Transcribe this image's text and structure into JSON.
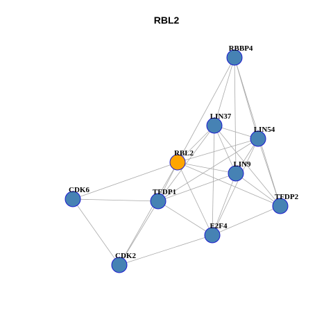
{
  "title": "RBL2",
  "colors": {
    "background": "#ffffff",
    "edge": "#a8a8a8",
    "node_fill": "#4682b4",
    "node_stroke": "#1a1acd",
    "focus_fill": "#ffa500",
    "label": "#000000"
  },
  "focus_node": "RBL2",
  "nodes": [
    {
      "id": "RBBP4",
      "label": "RBBP4"
    },
    {
      "id": "LIN37",
      "label": "LIN37"
    },
    {
      "id": "LIN54",
      "label": "LIN54"
    },
    {
      "id": "RBL2",
      "label": "RBL2"
    },
    {
      "id": "LIN9",
      "label": "LIN9"
    },
    {
      "id": "CDK6",
      "label": "CDK6"
    },
    {
      "id": "TFDP1",
      "label": "TFDP1"
    },
    {
      "id": "TFDP2",
      "label": "TFDP2"
    },
    {
      "id": "E2F4",
      "label": "E2F4"
    },
    {
      "id": "CDK2",
      "label": "CDK2"
    }
  ],
  "edges": [
    [
      "RBBP4",
      "LIN37"
    ],
    [
      "RBBP4",
      "LIN54"
    ],
    [
      "RBBP4",
      "LIN9"
    ],
    [
      "RBBP4",
      "RBL2"
    ],
    [
      "RBBP4",
      "TFDP2"
    ],
    [
      "LIN37",
      "LIN54"
    ],
    [
      "LIN37",
      "LIN9"
    ],
    [
      "LIN37",
      "RBL2"
    ],
    [
      "LIN37",
      "TFDP1"
    ],
    [
      "LIN37",
      "E2F4"
    ],
    [
      "LIN37",
      "TFDP2"
    ],
    [
      "LIN54",
      "LIN9"
    ],
    [
      "LIN54",
      "RBL2"
    ],
    [
      "LIN54",
      "TFDP1"
    ],
    [
      "LIN54",
      "E2F4"
    ],
    [
      "LIN54",
      "TFDP2"
    ],
    [
      "RBL2",
      "LIN9"
    ],
    [
      "RBL2",
      "CDK6"
    ],
    [
      "RBL2",
      "TFDP1"
    ],
    [
      "RBL2",
      "E2F4"
    ],
    [
      "RBL2",
      "CDK2"
    ],
    [
      "RBL2",
      "TFDP2"
    ],
    [
      "LIN9",
      "TFDP1"
    ],
    [
      "LIN9",
      "E2F4"
    ],
    [
      "LIN9",
      "TFDP2"
    ],
    [
      "CDK6",
      "TFDP1"
    ],
    [
      "CDK6",
      "CDK2"
    ],
    [
      "TFDP1",
      "E2F4"
    ],
    [
      "TFDP1",
      "CDK2"
    ],
    [
      "E2F4",
      "TFDP2"
    ],
    [
      "E2F4",
      "CDK2"
    ]
  ]
}
